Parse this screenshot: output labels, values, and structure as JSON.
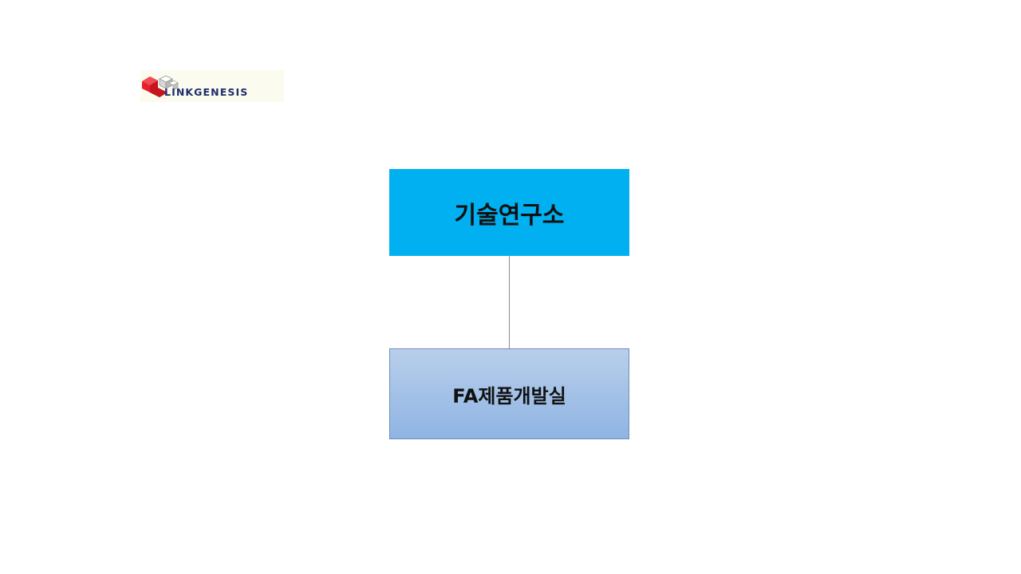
{
  "logo": {
    "text": "LINKGENESIS",
    "icon": "red-white-cube-icon",
    "colors": {
      "red": "#e62129",
      "text": "#1d2f6b"
    }
  },
  "org_chart": {
    "root": {
      "label": "기술연구소",
      "color": "#00b0f0"
    },
    "children": [
      {
        "label": "FA제품개발실",
        "color_top": "#b8cfeb",
        "color_bottom": "#8fb4e3"
      }
    ],
    "connector_color": "#8a8a8a"
  }
}
